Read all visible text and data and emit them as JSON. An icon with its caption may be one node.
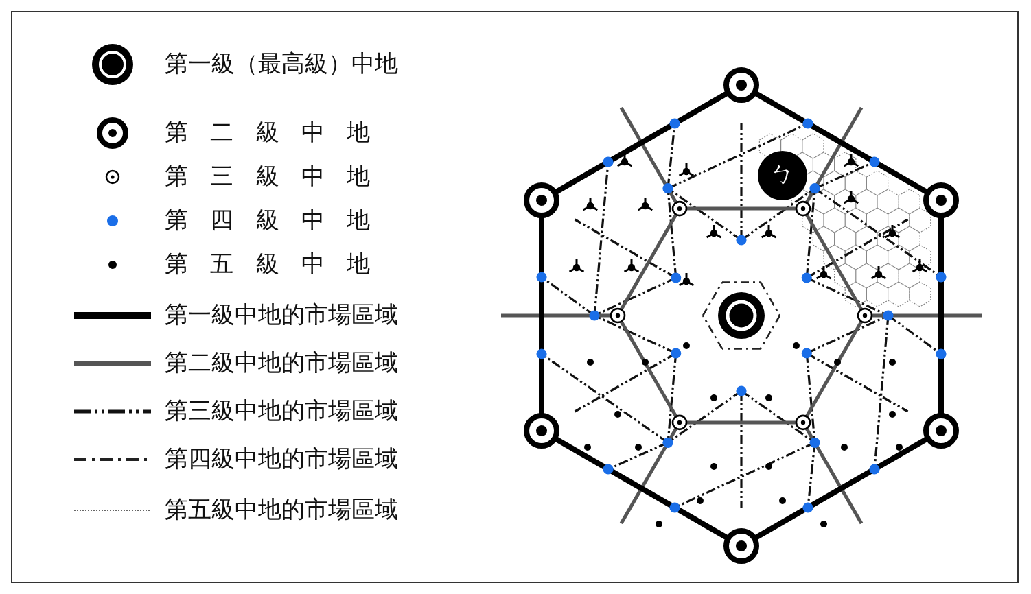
{
  "diagram": {
    "labels": [
      "ㄅ"
    ],
    "legend": [
      {
        "text": "第一級（最高級）中地"
      },
      {
        "text": "第二級中地"
      },
      {
        "text": "第三級中地"
      },
      {
        "text": "第四級中地"
      },
      {
        "text": "第五級中地"
      },
      {
        "text": "第一級中地的市場區域"
      },
      {
        "text": "第二級中地的市場區域"
      },
      {
        "text": "第三級中地的市場區域"
      },
      {
        "text": "第四級中地的市場區域"
      },
      {
        "text": "第五級中地的市場區域"
      }
    ]
  }
}
